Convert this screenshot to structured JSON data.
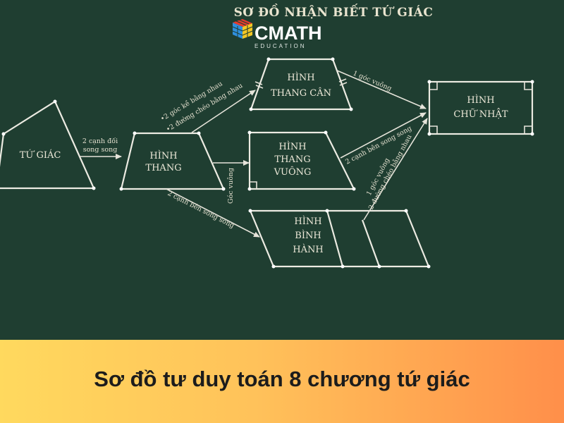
{
  "diagram": {
    "title": "SƠ ĐỒ NHẬN BIẾT TỨ GIÁC",
    "logo": {
      "name": "CMATH",
      "tagline": "EDUCATION"
    },
    "nodes": {
      "tu_giac": "TỨ GIÁC",
      "hinh_thang": [
        "HÌNH",
        "THANG"
      ],
      "thang_can": [
        "HÌNH",
        "THANG CÂN"
      ],
      "thang_vuong": [
        "HÌNH",
        "THANG",
        "VUÔNG"
      ],
      "binh_hanh": [
        "HÌNH",
        "BÌNH",
        "HÀNH"
      ],
      "chu_nhat": [
        "HÌNH",
        "CHỮ NHẬT"
      ]
    },
    "edges": {
      "e_tugiac_thang": [
        "2 cạnh đối",
        "song song"
      ],
      "e_thang_can": [
        "•2 góc kề bằng nhau",
        "•2 đường chéo bằng nhau"
      ],
      "e_thang_vuong": "Góc vuông",
      "e_thang_binhhanh": "2 cạnh bên song song",
      "e_can_chunhat": "1 góc vuông",
      "e_vuong_chunhat": "2 cạnh bên song song",
      "e_binhhanh_chunhat": [
        "1 góc vuông",
        "2 đường chéo bằng nhau"
      ]
    }
  },
  "banner": {
    "caption": "Sơ đồ tư duy toán 8 chương tứ giác"
  },
  "colors": {
    "board": "#1f3e31",
    "chalk": "#ecebe2",
    "banner_start": "#ffd95e",
    "banner_end": "#ff8f4a"
  }
}
